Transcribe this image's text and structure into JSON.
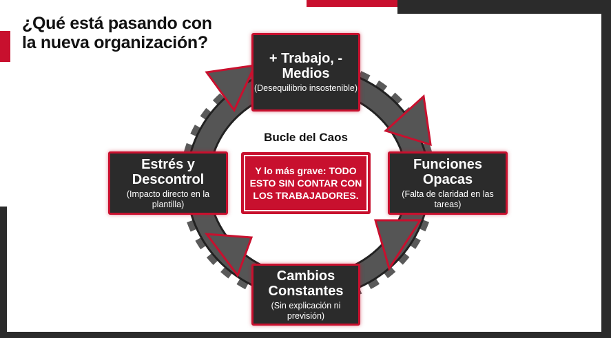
{
  "title": "¿Qué está pasando con la nueva organización?",
  "loop_title": "Bucle del Caos",
  "center_message": "Y lo más grave: TODO ESTO SIN CONTAR CON LOS TRABAJADORES.",
  "nodes": {
    "top": {
      "heading": "+ Trabajo, - Medios",
      "sub": "(Desequilibrio insostenible)"
    },
    "right": {
      "heading": "Funciones Opacas",
      "sub": "(Falta de claridad en las tareas)"
    },
    "bottom": {
      "heading": "Cambios Constantes",
      "sub": "(Sin explicación ni previsión)"
    },
    "left": {
      "heading": "Estrés y Descontrol",
      "sub": "(Impacto directo en la plantilla)"
    }
  },
  "colors": {
    "accent": "#c8102e",
    "dark": "#2b2b2b",
    "gear": "#5a5a5a"
  }
}
